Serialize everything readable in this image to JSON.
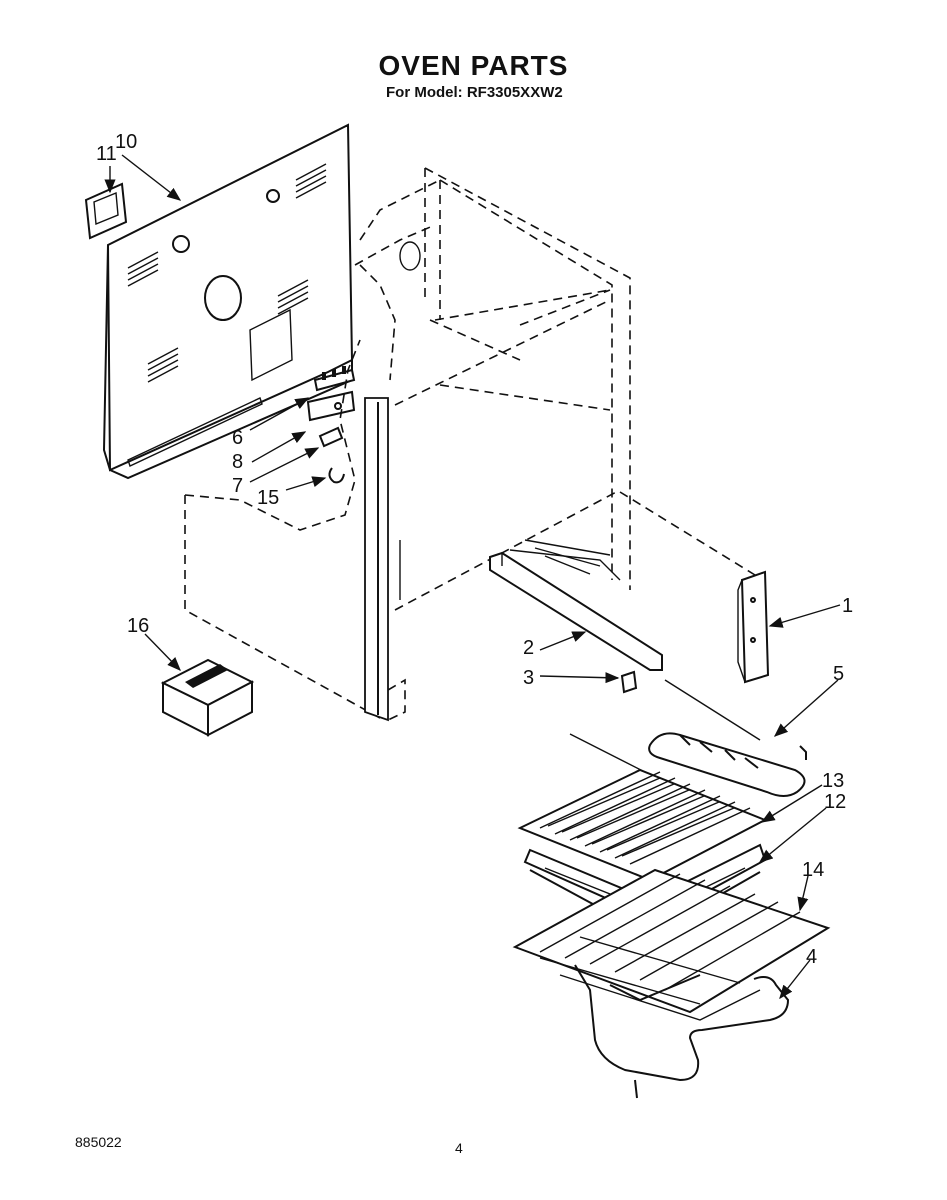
{
  "header": {
    "title": "OVEN PARTS",
    "model_line": "For Model: RF3305XXW2"
  },
  "callouts": [
    {
      "id": "11",
      "text": "11"
    },
    {
      "id": "10",
      "text": "10"
    },
    {
      "id": "6",
      "text": "6"
    },
    {
      "id": "8",
      "text": "8"
    },
    {
      "id": "7",
      "text": "7"
    },
    {
      "id": "15",
      "text": "15"
    },
    {
      "id": "16",
      "text": "16"
    },
    {
      "id": "1",
      "text": "1"
    },
    {
      "id": "2",
      "text": "2"
    },
    {
      "id": "3",
      "text": "3"
    },
    {
      "id": "5",
      "text": "5"
    },
    {
      "id": "13",
      "text": "13"
    },
    {
      "id": "12",
      "text": "12"
    },
    {
      "id": "14",
      "text": "14"
    },
    {
      "id": "4",
      "text": "4"
    }
  ],
  "footer": {
    "code": "885022",
    "page_number": "4"
  }
}
